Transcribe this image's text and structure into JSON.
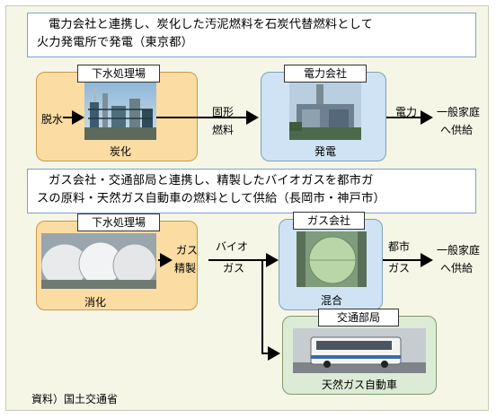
{
  "section1": {
    "banner_line1": "電力会社と連携し、炭化した汚泥燃料を石炭代替燃料として",
    "banner_line2": "火力発電所で発電（東京都）",
    "sewage_tab": "下水処理場",
    "sewage_caption": "炭化",
    "input_label": "脱水",
    "mid_label_1": "固形",
    "mid_label_2": "燃料",
    "power_tab": "電力会社",
    "power_caption": "発電",
    "output_label": "電力",
    "dest_line1": "一般家庭",
    "dest_line2": "へ供給"
  },
  "section2": {
    "banner_line1": "ガス会社・交通部局と連携し、精製したバイオガスを都市ガ",
    "banner_line2": "スの原料・天然ガス自動車の燃料として供給（長岡市・神戸市）",
    "sewage_tab": "下水処理場",
    "sewage_caption": "消化",
    "refine_label_1": "ガス",
    "refine_label_2": "精製",
    "bio_label_1": "バイオ",
    "bio_label_2": "ガス",
    "gas_tab": "ガス会社",
    "gas_caption": "混合",
    "city_label_1": "都市",
    "city_label_2": "ガス",
    "dest_line1": "一般家庭",
    "dest_line2": "へ供給",
    "transport_tab": "交通部局",
    "transport_caption": "天然ガス自動車"
  },
  "source": "資料）国土交通省"
}
